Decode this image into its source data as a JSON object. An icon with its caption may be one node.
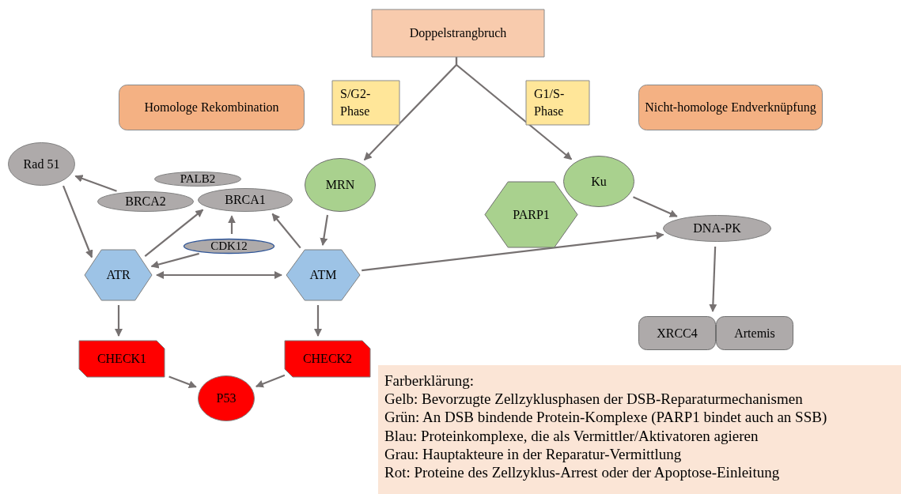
{
  "diagram": {
    "nodes": [
      {
        "text": [
          "Doppelstrangbruch"
        ]
      },
      {
        "text": [
          "Homologe Rekombination"
        ]
      },
      {
        "text": [
          "S/G2- Phase"
        ]
      },
      {
        "text": [
          "G1/S- Phase"
        ]
      },
      {
        "text": [
          "Nicht-homologe Endverknüpfung"
        ]
      },
      {
        "text": [
          "Rad 51"
        ]
      },
      {
        "text": [
          "PALB2"
        ]
      },
      {
        "text": [
          "BRCA2"
        ]
      },
      {
        "text": [
          "BRCA1"
        ]
      },
      {
        "text": [
          "MRN"
        ]
      },
      {
        "text": [
          "Ku"
        ]
      },
      {
        "text": [
          "PARP1"
        ]
      },
      {
        "text": [
          "DNA-PK"
        ]
      },
      {
        "text": [
          "CDK12"
        ]
      },
      {
        "text": [
          "ATR"
        ]
      },
      {
        "text": [
          "ATM"
        ]
      },
      {
        "text": [
          "XRCC4"
        ]
      },
      {
        "text": [
          "Artemis"
        ]
      },
      {
        "text": [
          "CHECK1"
        ]
      },
      {
        "text": [
          "CHECK2"
        ]
      },
      {
        "text": [
          "P53"
        ]
      },
      {
        "text": [
          "Farberklärung:",
          "Gelb: Bevorzugte Zellzyklusphasen der DSB-Reparaturmechanismen",
          "Grün: An DSB bindende Protein-Komplexe (PARP1 bindet auch an SSB)",
          "Blau: Proteinkomplexe, die als Vermittler/Aktivatoren agieren",
          "Grau: Hauptakteure in der Reparatur-Vermittlung",
          "Rot: Proteine des Zellzyklus-Arrest oder der Apoptose-Einleitung"
        ]
      }
    ],
    "edges": [
      {
        "from": 0,
        "to": 9,
        "arrow": "to"
      },
      {
        "from": 0,
        "to": 10,
        "arrow": "to"
      },
      {
        "from": 7,
        "to": 5,
        "arrow": "to"
      },
      {
        "from": 5,
        "to": 14,
        "arrow": "to"
      },
      {
        "from": 14,
        "to": 8,
        "arrow": "to"
      },
      {
        "from": 13,
        "to": 14,
        "arrow": "to"
      },
      {
        "from": 13,
        "to": 8,
        "arrow": "to"
      },
      {
        "from": 15,
        "to": 8,
        "arrow": "to"
      },
      {
        "from": 9,
        "to": 15,
        "arrow": "to"
      },
      {
        "from": 14,
        "to": 15,
        "arrow": "both"
      },
      {
        "from": 15,
        "to": 12,
        "arrow": "to"
      },
      {
        "from": 10,
        "to": 12,
        "arrow": "to"
      },
      {
        "from": 12,
        "to": 16,
        "arrow": "to"
      },
      {
        "from": 14,
        "to": 18,
        "arrow": "to"
      },
      {
        "from": 15,
        "to": 19,
        "arrow": "to"
      },
      {
        "from": 18,
        "to": 20,
        "arrow": "to"
      },
      {
        "from": 19,
        "to": 20,
        "arrow": "to"
      }
    ]
  }
}
